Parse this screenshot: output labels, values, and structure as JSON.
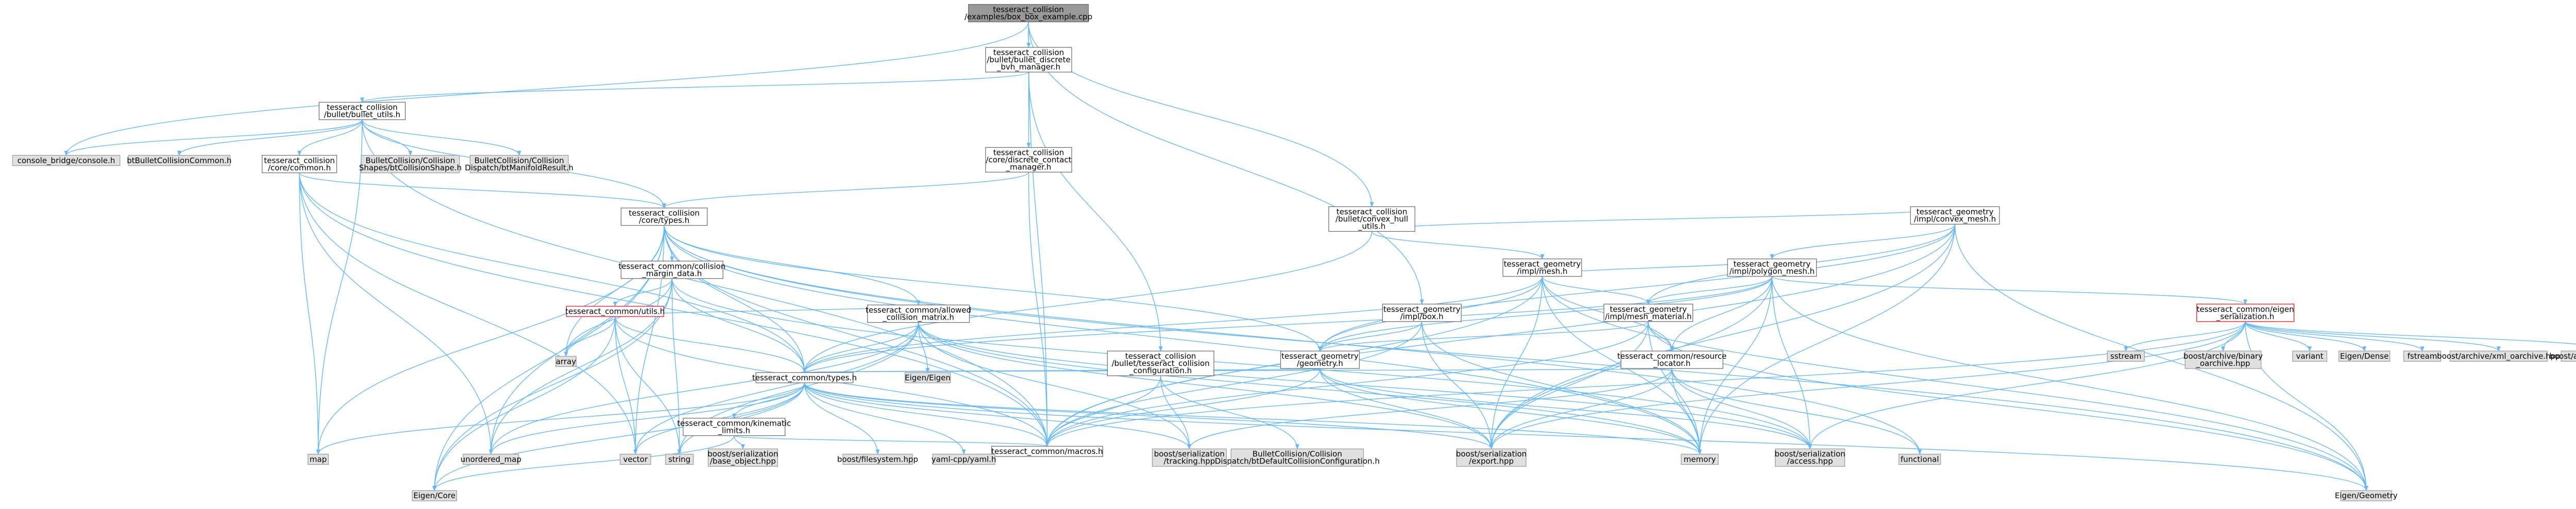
{
  "colors": {
    "edge": "#63b8ff",
    "root_fill": "#999999",
    "root_border": "#666666",
    "node_fill": "#ffffff",
    "node_border": "#666666",
    "external_fill": "#e0e0e0",
    "external_border": "#999999",
    "truncated_border": "#ff0000"
  },
  "nodes": [
    {
      "id": "root",
      "lines": [
        "tesseract_collision",
        "/examples/box_box_example.cpp"
      ],
      "kind": "root"
    },
    {
      "id": "bullet_discrete",
      "lines": [
        "tesseract_collision",
        "/bullet/bullet_discrete",
        "_bvh_manager.h"
      ],
      "kind": "normal"
    },
    {
      "id": "bullet_utils",
      "lines": [
        "tesseract_collision",
        "/bullet/bullet_utils.h"
      ],
      "kind": "normal"
    },
    {
      "id": "discrete_contact",
      "lines": [
        "tesseract_collision",
        "/core/discrete_contact",
        "_manager.h"
      ],
      "kind": "normal"
    },
    {
      "id": "convex_hull_utils",
      "lines": [
        "tesseract_collision",
        "/bullet/convex_hull",
        "_utils.h"
      ],
      "kind": "normal"
    },
    {
      "id": "core_common",
      "lines": [
        "tesseract_collision",
        "/core/common.h"
      ],
      "kind": "normal"
    },
    {
      "id": "core_types",
      "lines": [
        "tesseract_collision",
        "/core/types.h"
      ],
      "kind": "normal"
    },
    {
      "id": "console_bridge",
      "lines": [
        "console_bridge/console.h"
      ],
      "kind": "external"
    },
    {
      "id": "btBulletCollisionCommon",
      "lines": [
        "btBulletCollisionCommon.h"
      ],
      "kind": "external"
    },
    {
      "id": "btCollisionShape",
      "lines": [
        "BulletCollision/Collision",
        "Shapes/btCollisionShape.h"
      ],
      "kind": "external"
    },
    {
      "id": "btManifoldResult",
      "lines": [
        "BulletCollision/Collision",
        "Dispatch/btManifoldResult.h"
      ],
      "kind": "external"
    },
    {
      "id": "margin_data",
      "lines": [
        "tesseract_common/collision",
        "_margin_data.h"
      ],
      "kind": "normal"
    },
    {
      "id": "common_utils",
      "lines": [
        "tesseract_common/utils.h"
      ],
      "kind": "truncated"
    },
    {
      "id": "allowed_collision",
      "lines": [
        "tesseract_common/allowed",
        "_collision_matrix.h"
      ],
      "kind": "normal"
    },
    {
      "id": "common_types",
      "lines": [
        "tesseract_common/types.h"
      ],
      "kind": "normal"
    },
    {
      "id": "kinematic_limits",
      "lines": [
        "tesseract_common/kinematic",
        "_limits.h"
      ],
      "kind": "normal"
    },
    {
      "id": "base_object",
      "lines": [
        "boost/serialization",
        "/base_object.hpp"
      ],
      "kind": "external"
    },
    {
      "id": "geometry_mesh",
      "lines": [
        "tesseract_geometry",
        "/impl/mesh.h"
      ],
      "kind": "normal"
    },
    {
      "id": "geometry_convex_mesh",
      "lines": [
        "tesseract_geometry",
        "/impl/convex_mesh.h"
      ],
      "kind": "normal"
    },
    {
      "id": "geometry_polygon_mesh",
      "lines": [
        "tesseract_geometry",
        "/impl/polygon_mesh.h"
      ],
      "kind": "normal"
    },
    {
      "id": "geometry_box",
      "lines": [
        "tesseract_geometry",
        "/impl/box.h"
      ],
      "kind": "normal"
    },
    {
      "id": "mesh_material",
      "lines": [
        "tesseract_geometry",
        "/impl/mesh_material.h"
      ],
      "kind": "normal"
    },
    {
      "id": "resource_locator",
      "lines": [
        "tesseract_common/resource",
        "_locator.h"
      ],
      "kind": "normal"
    },
    {
      "id": "geometry_geometry",
      "lines": [
        "tesseract_geometry",
        "/geometry.h"
      ],
      "kind": "normal"
    },
    {
      "id": "collision_config",
      "lines": [
        "tesseract_collision",
        "/bullet/tesseract_collision",
        "_configuration.h"
      ],
      "kind": "normal"
    },
    {
      "id": "eigen_serialization",
      "lines": [
        "tesseract_common/eigen",
        "_serialization.h"
      ],
      "kind": "truncated"
    },
    {
      "id": "common_macros",
      "lines": [
        "tesseract_common/macros.h"
      ],
      "kind": "normal"
    },
    {
      "id": "array",
      "lines": [
        "array"
      ],
      "kind": "external"
    },
    {
      "id": "map",
      "lines": [
        "map"
      ],
      "kind": "external"
    },
    {
      "id": "unordered_map",
      "lines": [
        "unordered_map"
      ],
      "kind": "external"
    },
    {
      "id": "vector",
      "lines": [
        "vector"
      ],
      "kind": "external"
    },
    {
      "id": "string",
      "lines": [
        "string"
      ],
      "kind": "external"
    },
    {
      "id": "eigen_core",
      "lines": [
        "Eigen/Core"
      ],
      "kind": "external"
    },
    {
      "id": "eigen_eigen",
      "lines": [
        "Eigen/Eigen"
      ],
      "kind": "external"
    },
    {
      "id": "boost_filesystem",
      "lines": [
        "boost/filesystem.hpp"
      ],
      "kind": "external"
    },
    {
      "id": "yaml_cpp",
      "lines": [
        "yaml-cpp/yaml.h"
      ],
      "kind": "external"
    },
    {
      "id": "boost_tracking",
      "lines": [
        "boost/serialization",
        "/tracking.hpp"
      ],
      "kind": "external"
    },
    {
      "id": "btDefaultCollisionConfiguration",
      "lines": [
        "BulletCollision/Collision",
        "Dispatch/btDefaultCollisionConfiguration.h"
      ],
      "kind": "external"
    },
    {
      "id": "boost_export",
      "lines": [
        "boost/serialization",
        "/export.hpp"
      ],
      "kind": "external"
    },
    {
      "id": "memory",
      "lines": [
        "memory"
      ],
      "kind": "external"
    },
    {
      "id": "boost_access",
      "lines": [
        "boost/serialization",
        "/access.hpp"
      ],
      "kind": "external"
    },
    {
      "id": "functional",
      "lines": [
        "functional"
      ],
      "kind": "external"
    },
    {
      "id": "sstream",
      "lines": [
        "sstream"
      ],
      "kind": "external"
    },
    {
      "id": "binary_oarchive",
      "lines": [
        "boost/archive/binary",
        "_oarchive.hpp"
      ],
      "kind": "external"
    },
    {
      "id": "variant",
      "lines": [
        "variant"
      ],
      "kind": "external"
    },
    {
      "id": "eigen_dense",
      "lines": [
        "Eigen/Dense"
      ],
      "kind": "external"
    },
    {
      "id": "fstream",
      "lines": [
        "fstream"
      ],
      "kind": "external"
    },
    {
      "id": "xml_oarchive",
      "lines": [
        "boost/archive/xml_oarchive.hpp"
      ],
      "kind": "external"
    },
    {
      "id": "xml_iarchive",
      "lines": [
        "boost/archive/xml_iarchive.hpp"
      ],
      "kind": "external"
    },
    {
      "id": "eigen_geometry",
      "lines": [
        "Eigen/Geometry"
      ],
      "kind": "external"
    }
  ]
}
